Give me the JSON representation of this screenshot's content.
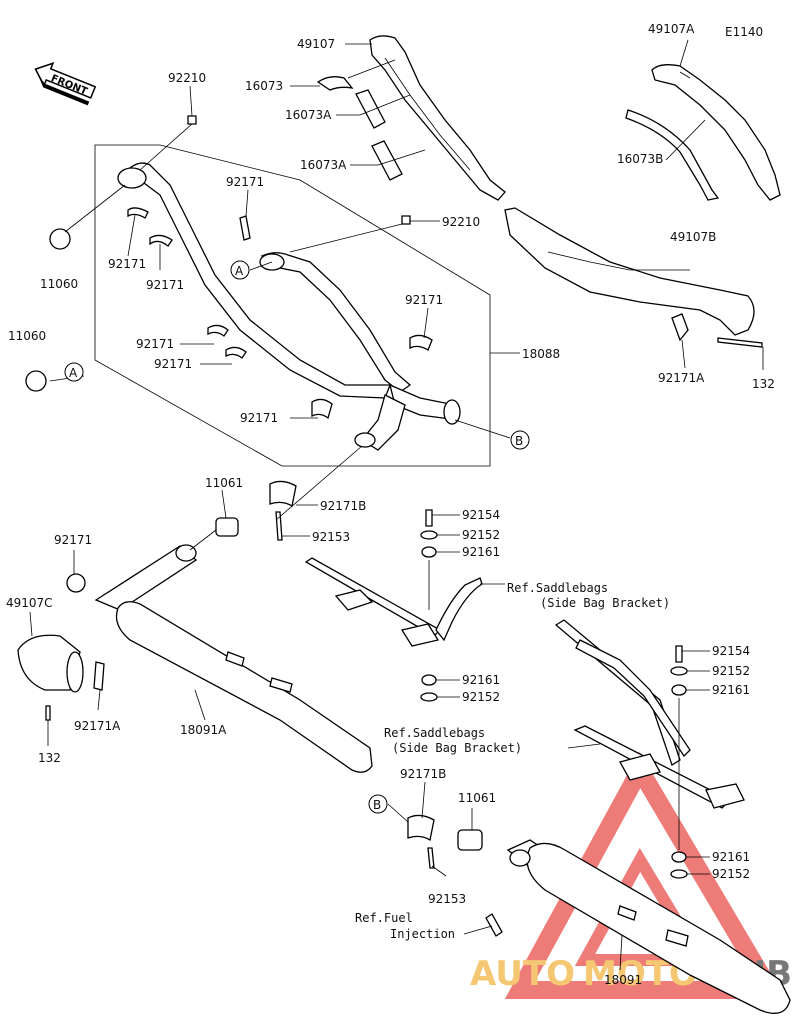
{
  "diagram_code": "E1140",
  "front_label": "FRONT",
  "watermark": {
    "auto": "AUTO",
    "moto": "MOTO",
    "hub": "HUB"
  },
  "callouts": {
    "a": "A",
    "b": "B"
  },
  "labels": {
    "p49107": "49107",
    "p16073": "16073",
    "p16073a_1": "16073A",
    "p16073a_2": "16073A",
    "p49107a": "49107A",
    "p16073b": "16073B",
    "p49107b": "49107B",
    "p92171a_r": "92171A",
    "p132_r": "132",
    "p92210_top": "92210",
    "p92210_mid": "92210",
    "p11060_1": "11060",
    "p11060_2": "11060",
    "p92171_1": "92171",
    "p92171_2": "92171",
    "p92171_3": "92171",
    "p92171_4": "92171",
    "p92171_5": "92171",
    "p92171_6": "92171",
    "p92171_7": "92171",
    "p18088": "18088",
    "p11061_top": "11061",
    "p92171b_top": "92171B",
    "p92153_top": "92153",
    "p92154_1": "92154",
    "p92152_1": "92152",
    "p92161_1": "92161",
    "ref_saddle_1": "Ref.Saddlebags",
    "ref_saddle_1b": "(Side Bag Bracket)",
    "p92161_2": "92161",
    "p92152_2": "92152",
    "p92171_left": "92171",
    "p49107c": "49107C",
    "p92171a_l": "92171A",
    "p132_l": "132",
    "p18091a": "18091A",
    "p92154_2": "92154",
    "p92152_3": "92152",
    "p92161_3": "92161",
    "ref_saddle_2": "Ref.Saddlebags",
    "ref_saddle_2b": "(Side Bag Bracket)",
    "p92171b_bot": "92171B",
    "p11061_bot": "11061",
    "p92153_bot": "92153",
    "p92161_4": "92161",
    "p92152_4": "92152",
    "ref_fuel": "Ref.Fuel",
    "ref_fuel_b": "Injection",
    "p18091": "18091"
  },
  "colors": {
    "line": "#000000",
    "watermark_red": "#e8504a",
    "watermark_yellow": "#f2b544",
    "watermark_grey": "#4a4a4a"
  }
}
